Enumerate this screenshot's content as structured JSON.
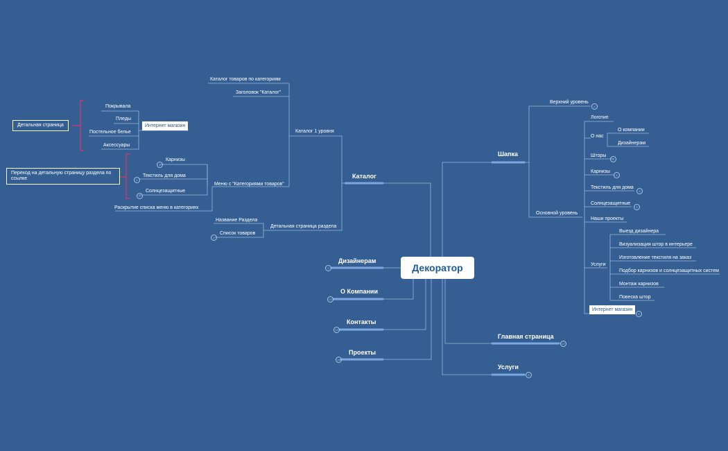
{
  "root": "Декоратор",
  "nodes": {
    "shapka": "Шапка",
    "verkhniy": "Верхний уровень",
    "logotip": "Логотип",
    "o_nas": "О нас",
    "o_kompanii_sub": "О компании",
    "dizayneram_sub": "Дизайнерам",
    "shtory": "Шторы",
    "karnizy": "Карнизы",
    "tekstil": "Текстиль для дома",
    "solntse": "Солнцезащитные",
    "nashi": "Наши проекты",
    "osnovnoy": "Основной уровень",
    "uslugi_sub": "Услуги",
    "vyezd": "Выезд дизайнера",
    "vizual": "Визуализация штор в интерьере",
    "izgot": "Изготовление текстиля на заказ",
    "podbor": "Подбор карнизов и солнцезащитных систем",
    "montazh": "Монтаж карнизов",
    "poveska": "Повеска штор",
    "internet_r": "Интернет магазин",
    "glavnaya": "Главная страница",
    "uslugi": "Услуги",
    "katalog": "Каталог",
    "kat_tovarov": "Каталог товаров по категориям",
    "zagolovok": "Заголовок \"Каталог\"",
    "kat1": "Каталог 1 уровня",
    "menu_kat": "Меню с \"Категориями товаров\"",
    "internet_l": "Интернет магазин",
    "pokryvala": "Покрывала",
    "pledy": "Пледы",
    "postelnoe": "Постельное белье",
    "aksessuary": "Аксессуары",
    "detalnaya": "Детальная страница",
    "karnizy_l": "Карнизы",
    "tekstil_l": "Текстиль для дома",
    "solntse_l": "Солнцезащитные",
    "perekhod": "Переход на детальную страницу раздела по ссылке",
    "raskrytie": "Раскрытие списка меню в категориях",
    "nazvanie": "Название Раздела",
    "spisok": "Список товаров",
    "det_razdela": "Детальная страница раздела",
    "dizayneram": "Дизайнерам",
    "o_kompanii": "О Компании",
    "kontakty": "Контакты",
    "proekty": "Проекты"
  },
  "badges": {
    "verkhniy": "4",
    "shtory": "3",
    "karnizy": "6",
    "tekstil": "3",
    "solntse": "6",
    "internet_r": "8",
    "glavnaya": "27",
    "uslugi": "8",
    "karnizy_l": "6",
    "tekstil_l": "6",
    "solntse_l": "6",
    "spisok": "4",
    "dizayneram": "3",
    "o_kompanii": "14",
    "kontakty": "15",
    "proekty": "16"
  },
  "colors": {
    "background": "#355f93",
    "line": "#9db8dc",
    "bracket": "#e0336e",
    "root_text": "#1f5a97"
  }
}
